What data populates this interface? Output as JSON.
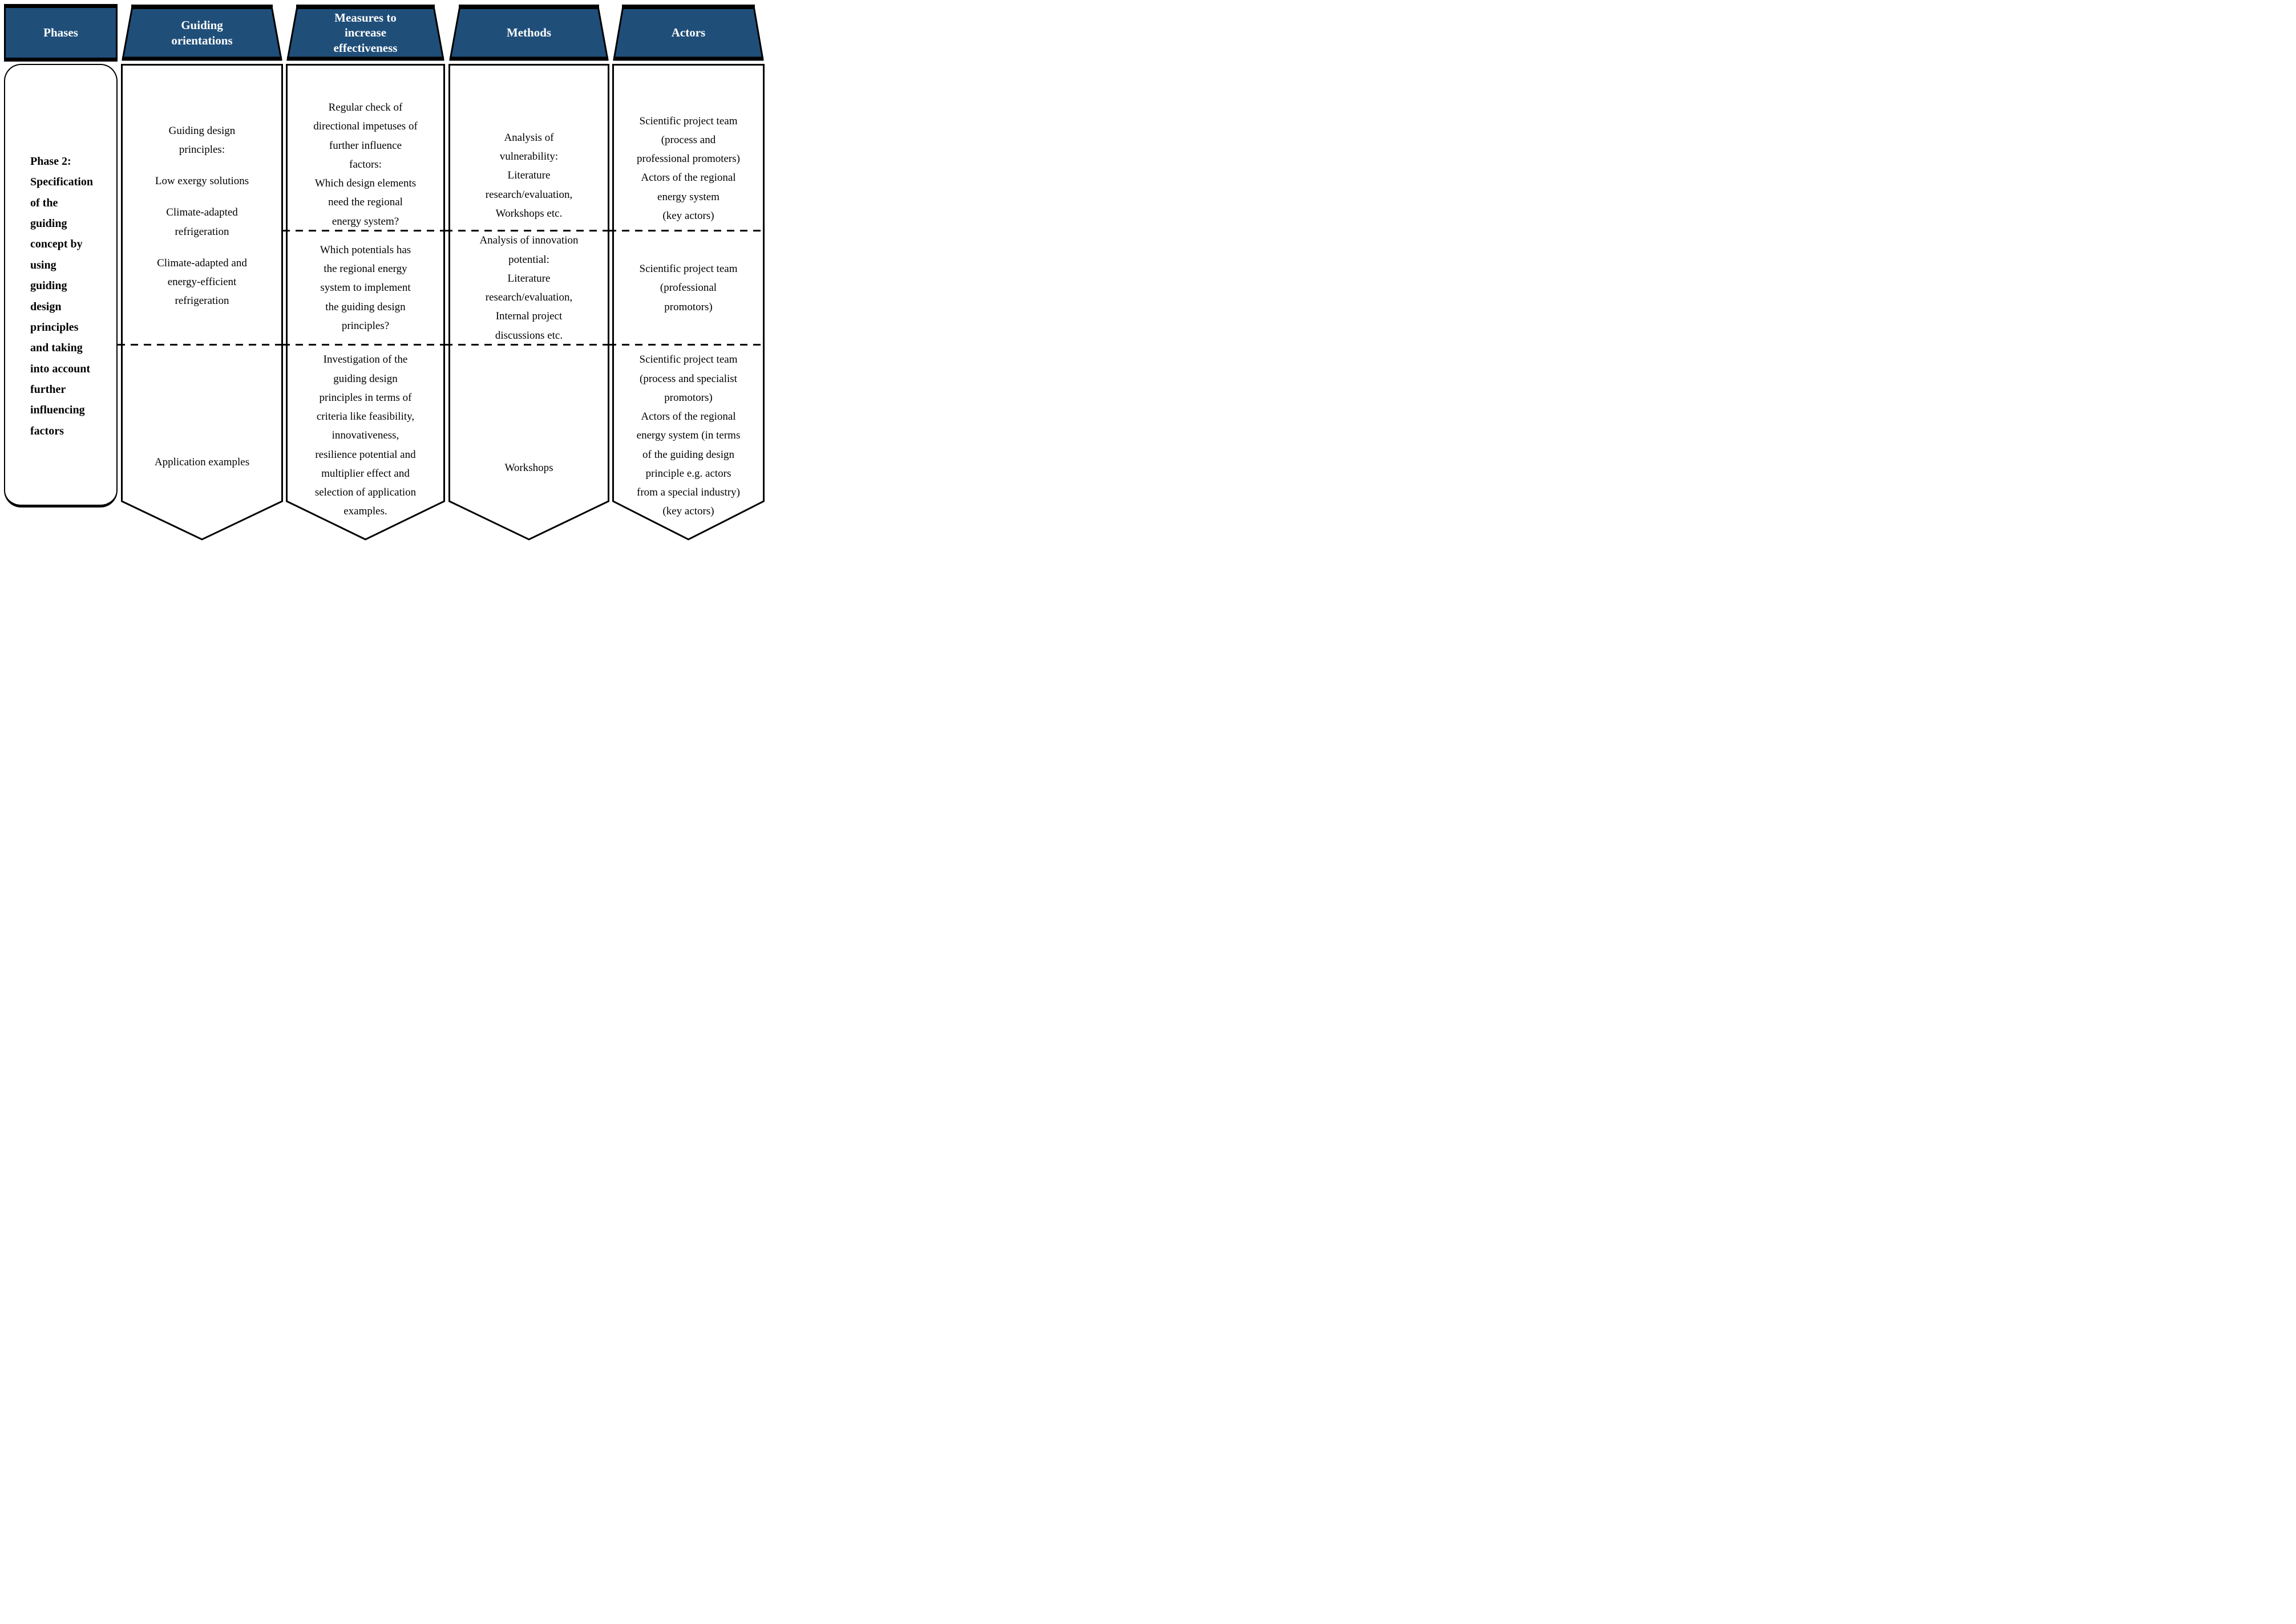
{
  "colors": {
    "header_bg": "#1F4E79",
    "header_text": "#FFFFFF",
    "border": "#000000",
    "body_bg": "#FFFFFF",
    "text": "#000000"
  },
  "columns": [
    {
      "id": "phases",
      "header": "Phases",
      "body_text": "Phase 2:\nSpecification\nof the\nguiding\nconcept by\nusing\nguiding\ndesign\nprinciples\nand taking\ninto account\nfurther\ninfluencing\nfactors"
    },
    {
      "id": "guiding-orientations",
      "header": "Guiding\norientations",
      "cells": [
        {
          "items": [
            "Guiding design\nprinciples:",
            "Low exergy solutions",
            "Climate-adapted\nrefrigeration",
            "Climate-adapted and\nenergy-efficient\nrefrigeration"
          ]
        },
        {
          "text": "Application examples"
        }
      ]
    },
    {
      "id": "measures-to-increase-effectiveness",
      "header": "Measures to\nincrease\neffectiveness",
      "cells": [
        {
          "text": "Regular check of\ndirectional impetuses of\nfurther influence\nfactors:\nWhich design elements\nneed the regional\nenergy system?"
        },
        {
          "text": "Which potentials has\nthe regional energy\nsystem to implement\nthe guiding design\nprinciples?"
        },
        {
          "text": "Investigation of the\nguiding design\nprinciples in terms of\ncriteria like feasibility,\ninnovativeness,\nresilience potential and\nmultiplier effect and\nselection of application\nexamples."
        }
      ]
    },
    {
      "id": "methods",
      "header": "Methods",
      "cells": [
        {
          "text": "Analysis of\nvulnerability:\nLiterature\nresearch/evaluation,\nWorkshops etc."
        },
        {
          "text": "Analysis of innovation\npotential:\nLiterature\nresearch/evaluation,\nInternal project\ndiscussions etc."
        },
        {
          "text": "Workshops"
        }
      ]
    },
    {
      "id": "actors",
      "header": "Actors",
      "cells": [
        {
          "text": "Scientific project team\n(process and\nprofessional promoters)\nActors of the regional\nenergy system\n(key actors)"
        },
        {
          "text": "Scientific project team\n(professional\npromotors)"
        },
        {
          "text": "Scientific project team\n(process and specialist\npromotors)\nActors of the regional\nenergy system (in terms\nof the guiding design\nprinciple e.g. actors\nfrom a special industry)\n(key actors)"
        }
      ]
    }
  ]
}
